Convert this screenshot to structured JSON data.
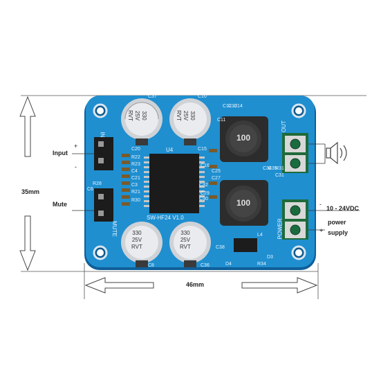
{
  "labels": {
    "input": "Input",
    "mute": "Mute",
    "height": "35mm",
    "width": "46mm",
    "voltage": "10 - 24VDC",
    "power": "power",
    "supply": "supply",
    "plus": "+",
    "minus": "-"
  },
  "board": {
    "chip_label": "U4",
    "model": "SW-HF24  V1.0",
    "cap_text": [
      "330",
      "25V",
      "RVT"
    ],
    "inductor_value": "100",
    "silk_mute": "MUTE",
    "silk_power": "POWER",
    "silk_out": "OUT",
    "silk_in": "IN",
    "refs": [
      "C37",
      "C10",
      "C20",
      "R22",
      "R23",
      "C4",
      "C21",
      "C3",
      "R21",
      "R30",
      "C15",
      "C16",
      "C25",
      "C27",
      "C32",
      "C29",
      "C30",
      "C8",
      "C36",
      "R28",
      "C6",
      "C11",
      "C12",
      "C13",
      "C14",
      "C35",
      "C34",
      "R31",
      "C31",
      "L4",
      "D3",
      "D4",
      "R34",
      "C38"
    ]
  },
  "colors": {
    "pcb": "#1f8fd0",
    "pcb_dark": "#0f5f99",
    "silk": "#e8f4ff",
    "cap_body": "#3a3a3a",
    "cap_sleeve": "#cfd2d6",
    "inductor": "#2c2c2c"
  },
  "icons": [
    "speaker-icon",
    "arrow-left-icon",
    "arrow-right-icon",
    "arrow-up-icon",
    "arrow-down-icon"
  ]
}
